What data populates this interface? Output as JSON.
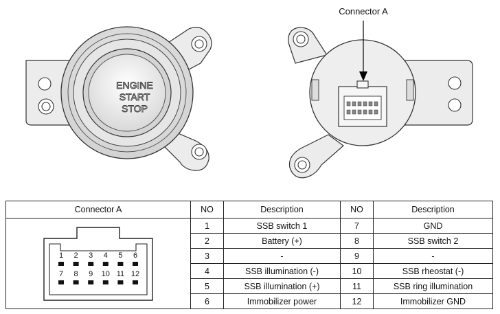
{
  "figure": {
    "button_label_lines": [
      "ENGINE",
      "START",
      "STOP"
    ],
    "callout_label": "Connector A"
  },
  "table": {
    "headers": {
      "connector": "Connector A",
      "no_left": "NO",
      "desc_left": "Description",
      "no_right": "NO",
      "desc_right": "Description"
    },
    "rows": [
      {
        "no_left": "1",
        "desc_left": "SSB switch 1",
        "no_right": "7",
        "desc_right": "GND"
      },
      {
        "no_left": "2",
        "desc_left": "Battery (+)",
        "no_right": "8",
        "desc_right": "SSB switch 2"
      },
      {
        "no_left": "3",
        "desc_left": "-",
        "no_right": "9",
        "desc_right": "-"
      },
      {
        "no_left": "4",
        "desc_left": "SSB illumination (-)",
        "no_right": "10",
        "desc_right": "SSB rheostat (-)"
      },
      {
        "no_left": "5",
        "desc_left": "SSB illumination (+)",
        "no_right": "11",
        "desc_right": "SSB ring illumination"
      },
      {
        "no_left": "6",
        "desc_left": "Immobilizer power",
        "no_right": "12",
        "desc_right": "Immobilizer GND"
      }
    ],
    "pin_rows": [
      [
        "1",
        "2",
        "3",
        "4",
        "5",
        "6"
      ],
      [
        "7",
        "8",
        "9",
        "10",
        "11",
        "12"
      ]
    ]
  }
}
